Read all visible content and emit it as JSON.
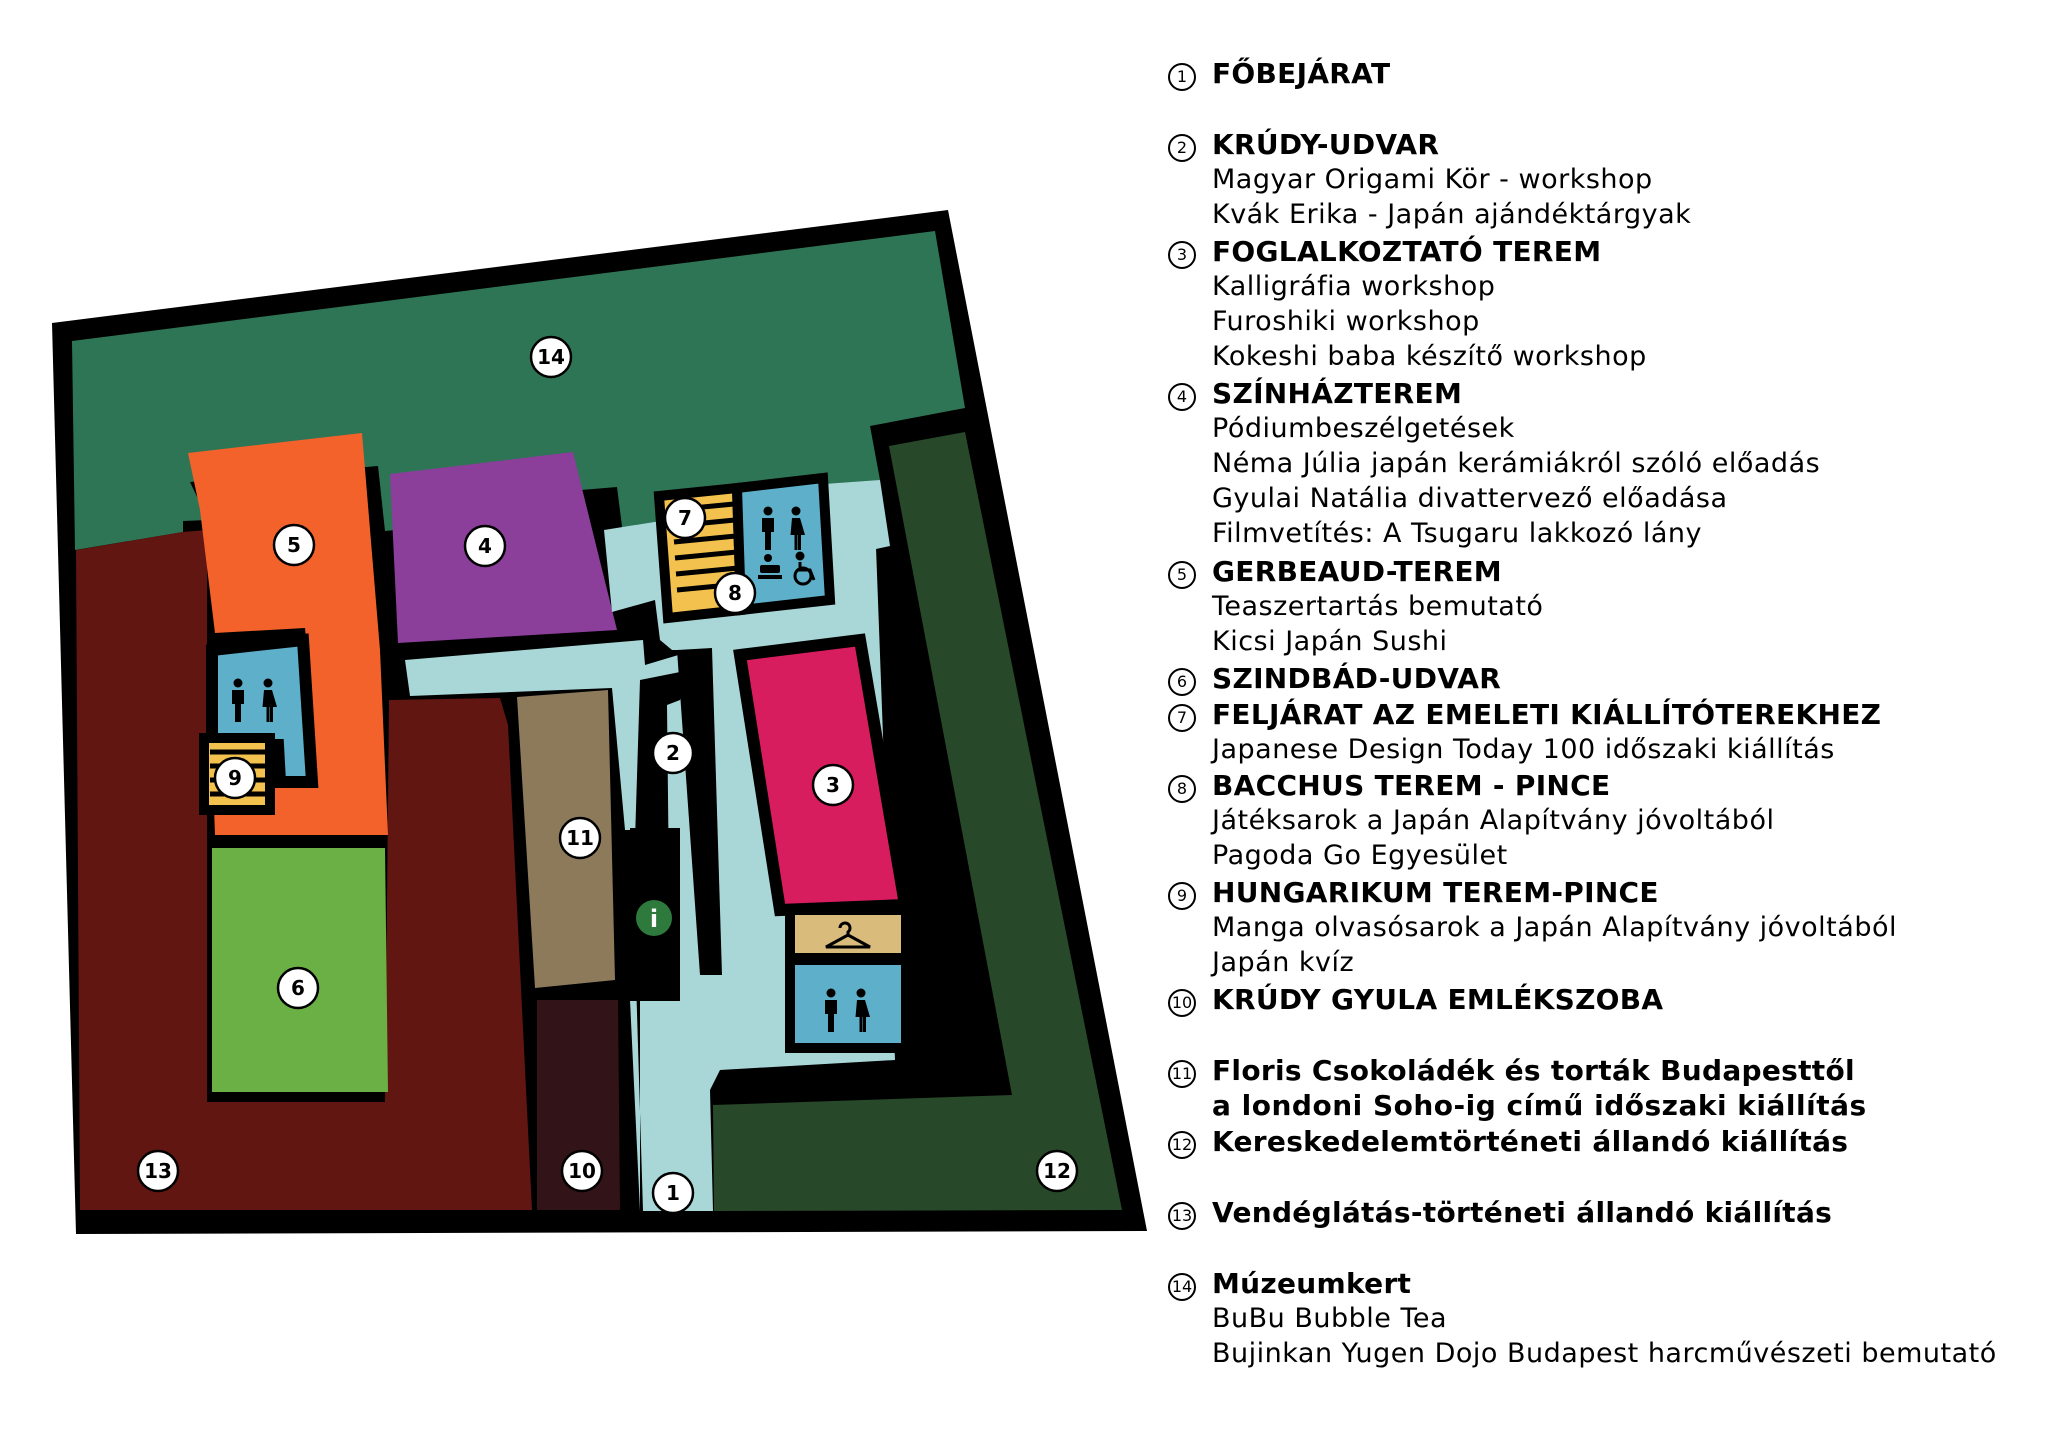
{
  "markers": [
    "1",
    "2",
    "3",
    "4",
    "5",
    "6",
    "7",
    "8",
    "9",
    "10",
    "11",
    "12",
    "13",
    "14"
  ],
  "info_label": "i",
  "colors": {
    "museum_garden": "#2e7556",
    "orange_room": "#f2622a",
    "purple_room": "#8c3e9b",
    "green_room": "#6ab045",
    "red_room": "#d71d5e",
    "dark_red": "#611611",
    "dark_green": "#28482a",
    "light_blue": "#a9d7d8",
    "brown_room": "#8c7a5b",
    "plum_room": "#321317",
    "wc_blue": "#5eafc9",
    "stairs_yellow": "#f3c14d",
    "cloakroom": "#d9bb7c",
    "info_green": "#2e7a3c"
  },
  "icons": [
    "restroom-icon",
    "accessible-restroom-icon",
    "baby-changing-icon",
    "stairs-icon",
    "cloakroom-hanger-icon",
    "info-icon"
  ],
  "legend": [
    {
      "num": "1",
      "title": "FŐBEJÁRAT",
      "items": []
    },
    {
      "num": "2",
      "title": "KRÚDY-UDVAR",
      "items": [
        "Magyar Origami Kör - workshop",
        "Kvák Erika - Japán ajándéktárgyak"
      ]
    },
    {
      "num": "3",
      "title": "FOGLALKOZTATÓ TEREM",
      "items": [
        "Kalligráfia workshop",
        "Furoshiki workshop",
        "Kokeshi baba készítő workshop"
      ]
    },
    {
      "num": "4",
      "title": "SZÍNHÁZTEREM",
      "items": [
        "Pódiumbeszélgetések",
        "Néma Júlia japán kerámiákról szóló előadás",
        "Gyulai Natália divattervező előadása",
        "Filmvetítés: A Tsugaru lakkozó lány"
      ]
    },
    {
      "num": "5",
      "title": "GERBEAUD-TEREM",
      "items": [
        "Teaszertartás bemutató",
        "Kicsi Japán Sushi"
      ]
    },
    {
      "num": "6",
      "title": "SZINDBÁD-UDVAR",
      "items": []
    },
    {
      "num": "7",
      "title": "FELJÁRAT AZ EMELETI KIÁLLÍTÓTEREKHEZ",
      "items": [
        "Japanese Design Today 100 időszaki kiállítás"
      ]
    },
    {
      "num": "8",
      "title": "BACCHUS TEREM - PINCE",
      "items": [
        "Játéksarok a Japán Alapítvány jóvoltából",
        "Pagoda Go Egyesület"
      ]
    },
    {
      "num": "9",
      "title": "HUNGARIKUM TEREM-PINCE",
      "items": [
        "Manga olvasósarok a Japán Alapítvány jóvoltából",
        "Japán kvíz"
      ]
    },
    {
      "num": "10",
      "title": "KRÚDY GYULA EMLÉKSZOBA",
      "items": []
    },
    {
      "num": "11",
      "title": "Floris Csokoládék és torták Budapesttől",
      "items": [
        "a londoni Soho-ig című időszaki kiállítás"
      ]
    },
    {
      "num": "12",
      "title": "Kereskedelemtörténeti állandó kiállítás",
      "items": []
    },
    {
      "num": "13",
      "title": "Vendéglátás-történeti állandó kiállítás",
      "items": []
    },
    {
      "num": "14",
      "title": "Múzeumkert",
      "items": [
        "BuBu Bubble Tea",
        "Bujinkan Yugen Dojo Budapest harcművészeti bemutató"
      ]
    }
  ]
}
